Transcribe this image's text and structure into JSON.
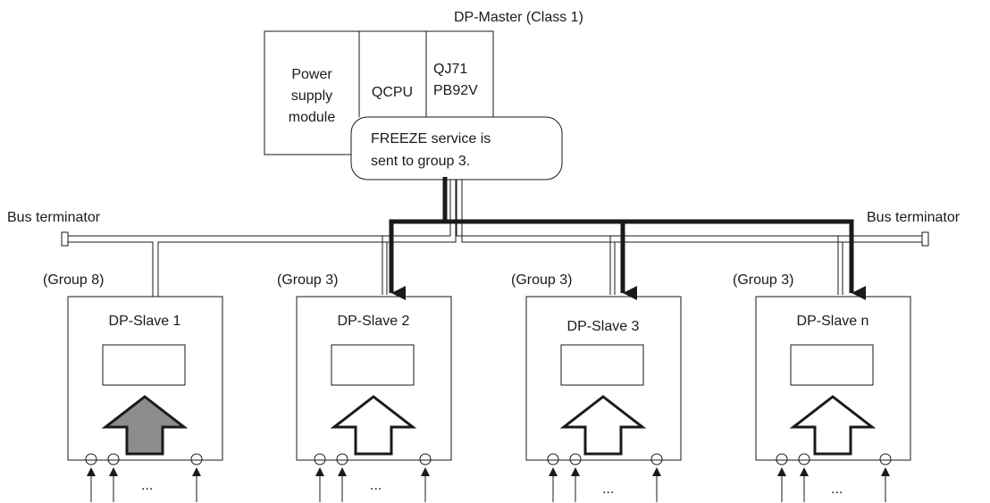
{
  "master": {
    "title": "DP-Master (Class 1)",
    "modules": {
      "power_line1": "Power",
      "power_line2": "supply",
      "power_line3": "module",
      "cpu": "QCPU",
      "interface_line1": "QJ71",
      "interface_line2": "PB92V"
    },
    "callout_line1": "FREEZE service is",
    "callout_line2": "sent to group 3."
  },
  "bus": {
    "terminator_left": "Bus terminator",
    "terminator_right": "Bus terminator"
  },
  "slaves": [
    {
      "group": "(Group 8)",
      "name": "DP-Slave 1",
      "frozen": true,
      "ellipsis": "..."
    },
    {
      "group": "(Group 3)",
      "name": "DP-Slave 2",
      "frozen": false,
      "ellipsis": "..."
    },
    {
      "group": "(Group 3)",
      "name": "DP-Slave 3",
      "frozen": false,
      "ellipsis": "..."
    },
    {
      "group": "(Group 3)",
      "name": "DP-Slave n",
      "frozen": false,
      "ellipsis": "..."
    }
  ],
  "colors": {
    "line": "#1a1a1a",
    "frozen_fill": "#8c8c8c",
    "open_fill": "#ffffff"
  }
}
